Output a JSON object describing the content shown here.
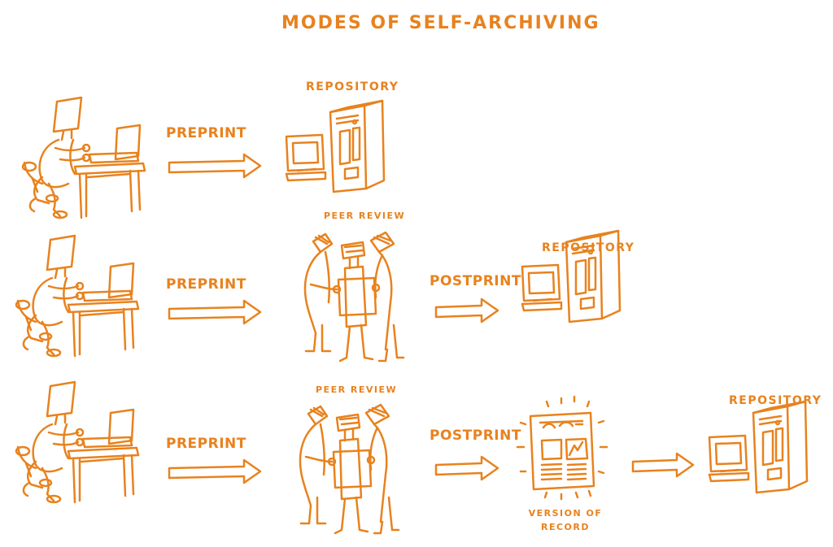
{
  "title": "Modes of Self-Archiving",
  "colors": {
    "ink": "#e8821e",
    "background": "#ffffff"
  },
  "rows": [
    {
      "steps": [
        {
          "type": "author",
          "icon": "author-at-laptop-icon"
        },
        {
          "type": "arrow",
          "label": "Preprint"
        },
        {
          "type": "repository",
          "label": "Repository",
          "icon": "server-computer-icon"
        }
      ]
    },
    {
      "steps": [
        {
          "type": "author",
          "icon": "author-at-laptop-icon"
        },
        {
          "type": "arrow",
          "label": "Preprint"
        },
        {
          "type": "peer-review",
          "label": "Peer Review",
          "icon": "three-reviewers-icon"
        },
        {
          "type": "arrow",
          "label": "Postprint"
        },
        {
          "type": "repository",
          "label": "Repository",
          "icon": "server-computer-icon"
        }
      ]
    },
    {
      "steps": [
        {
          "type": "author",
          "icon": "author-at-laptop-icon"
        },
        {
          "type": "arrow",
          "label": "Preprint"
        },
        {
          "type": "peer-review",
          "label": "Peer Review",
          "icon": "three-reviewers-icon"
        },
        {
          "type": "arrow",
          "label": "Postprint"
        },
        {
          "type": "document",
          "label_lines": [
            "Version of",
            "Record"
          ],
          "icon": "journal-article-icon"
        },
        {
          "type": "arrow",
          "label": ""
        },
        {
          "type": "repository",
          "label": "Repository",
          "icon": "server-computer-icon"
        }
      ]
    }
  ]
}
